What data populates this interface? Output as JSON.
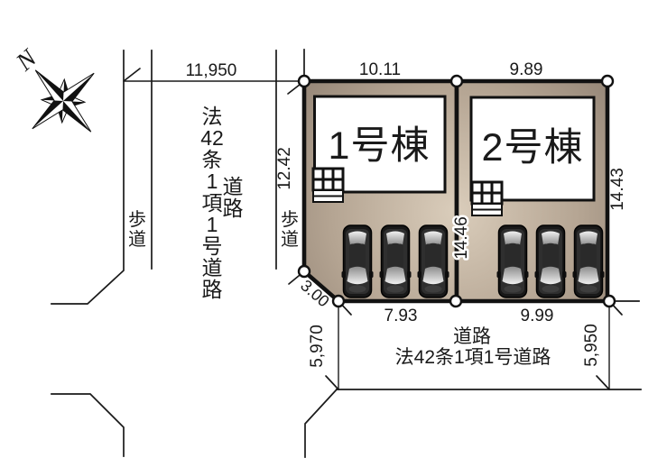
{
  "plan": {
    "compass_north": "N",
    "west_road": {
      "width": "11,950",
      "designation_vertical": [
        "法",
        "42",
        "条",
        "1",
        "項",
        "1",
        "号",
        "道",
        "路"
      ],
      "road_label_vertical": [
        "道",
        "路"
      ],
      "sidewalk_west": [
        "歩",
        "道"
      ],
      "sidewalk_east": [
        "歩",
        "道"
      ]
    },
    "south_road": {
      "label": "道路",
      "designation": "法42条1項1号道路",
      "width_west": "5,970",
      "width_east": "5,950"
    },
    "lot1": {
      "building_label": "1号棟",
      "frontage_top": "10.11",
      "depth_west": "12.42",
      "corner_cut": "3.00",
      "frontage_bottom": "7.93",
      "depth_center": "14.46"
    },
    "lot2": {
      "building_label": "2号棟",
      "frontage_top": "9.89",
      "frontage_bottom": "9.99",
      "depth_east": "14.43"
    }
  },
  "colors": {
    "lot_fill_center": "#dacdbb",
    "lot_fill_mid": "#b4a492",
    "lot_fill_dark": "#8c7d6f",
    "lot_fill_edge": "#6f6155",
    "window_light": "#f0f0f0",
    "window_dark": "#8c8c8c",
    "car_body": "#181818"
  }
}
